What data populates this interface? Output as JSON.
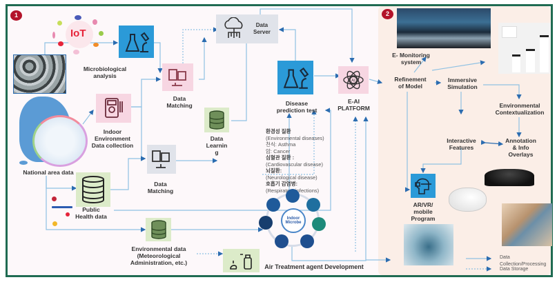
{
  "panels": {
    "panel1_badge": "1",
    "panel2_badge": "2"
  },
  "nodes": {
    "iot": "IoT",
    "microbiological": "Microbiological analysis",
    "data_matching_top": "Data Matching",
    "data_server_line1": "Data",
    "data_server_line2": "Server",
    "indoor_env": [
      "Indoor",
      "Environment",
      "Data collection"
    ],
    "national_area": "National area data",
    "data_learning": [
      "Data",
      "Learnin",
      "g"
    ],
    "data_matching_bottom": "Data Matching",
    "public_health": [
      "Public",
      "Health data"
    ],
    "environmental_data": [
      "Environmental data",
      "(Meteorological",
      "Administration, etc.)"
    ],
    "disease_prediction": [
      "Disease",
      "prediction test"
    ],
    "eai_platform": [
      "E-AI",
      "PLATFORM"
    ],
    "air_treatment": "Air Treatment agent Development",
    "indoor_microbe": [
      "Indoor",
      "Microbe"
    ]
  },
  "diseases": [
    "환경성 질환",
    "(Environmental diseases)",
    "천식: Asthma",
    "암: Cancer",
    "심혈관 질환 :",
    "(Cardiovascular disease)",
    "뇌질환:",
    "(Neurological disease)",
    "호흡기 감염병:",
    "(Respiratory infections)"
  ],
  "panel2": {
    "e_monitoring": [
      "E- Monitoring",
      "system"
    ],
    "refinement": [
      "Refinement",
      "of Model"
    ],
    "immersive": [
      "Immersive",
      "Simulation"
    ],
    "env_context": [
      "Environmental",
      "Contextualization"
    ],
    "interactive": [
      "Interactive",
      "Features"
    ],
    "annotation": [
      "Annotation",
      "& Info",
      "Overlays"
    ],
    "arvr": [
      "AR/VR/",
      "mobile",
      "Program"
    ]
  },
  "legend": {
    "solid": [
      "Data",
      "Collection/Processing"
    ],
    "dotted": "Data Storage"
  },
  "colors": {
    "frame": "#1f6b52",
    "badge": "#b3132a",
    "arrow": "#2b6cb0",
    "line": "#8fc1e3",
    "tile_blue": "#2b9ad8",
    "tile_pink": "#f7d6e2",
    "tile_green": "#dcebc9",
    "tile_grey": "#e0e3ea"
  }
}
